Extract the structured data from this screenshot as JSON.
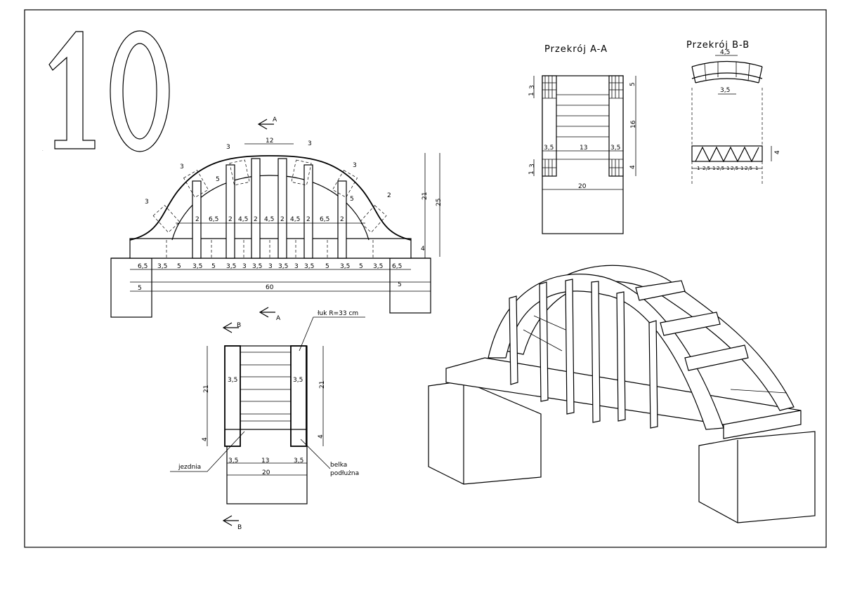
{
  "sheet": {
    "number": "10"
  },
  "elevation": {
    "section_mark_top": "A",
    "section_mark_bottom": "A",
    "top_dims": [
      "3",
      "12",
      "3",
      "3",
      "3",
      "3"
    ],
    "arch_dims": [
      "5",
      "5",
      "2"
    ],
    "inner_dims": [
      "2",
      "6,5",
      "2",
      "4,5",
      "2",
      "4,5",
      "2",
      "4,5",
      "2",
      "6,5",
      "2"
    ],
    "base_dims": [
      "6,5",
      "3,5",
      "5",
      "3,5",
      "5",
      "3,5",
      "3",
      "3,5",
      "3",
      "3,5",
      "3",
      "3,5",
      "5",
      "3,5",
      "5",
      "3,5",
      "6,5"
    ],
    "overall": {
      "left": "5",
      "span": "60",
      "right": "5"
    },
    "height_dims": {
      "h21": "21",
      "h25": "25",
      "h4": "4"
    }
  },
  "section_bb_view": {
    "section_mark_top": "B",
    "section_mark_bottom": "B",
    "label_arch": "łuk R=33 cm",
    "label_deck": "jezdnia",
    "label_beam_line1": "belka",
    "label_beam_line2": "podłużna",
    "dims": {
      "left_h": "21",
      "right_h": "21",
      "left_b": "4",
      "right_b": "4",
      "w1": "3,5",
      "w2": "3,5",
      "b1": "3,5",
      "mid": "13",
      "b2": "3,5",
      "total": "20"
    }
  },
  "section_aa": {
    "title": "Przekrój A-A",
    "dims": {
      "l1": "3",
      "l2": "1",
      "l3": "3",
      "l4": "1",
      "r1": "5",
      "r2": "16",
      "r3": "4",
      "w1": "3,5",
      "mid": "13",
      "w2": "3,5",
      "total": "20"
    }
  },
  "section_bb": {
    "title": "Przekrój B-B",
    "dims": {
      "top": "4,5",
      "inner": "3,5",
      "right": "4",
      "bottom": [
        "1",
        "2,5",
        "1",
        "2,5",
        "1",
        "2,5",
        "1",
        "2,5",
        "1"
      ]
    }
  }
}
